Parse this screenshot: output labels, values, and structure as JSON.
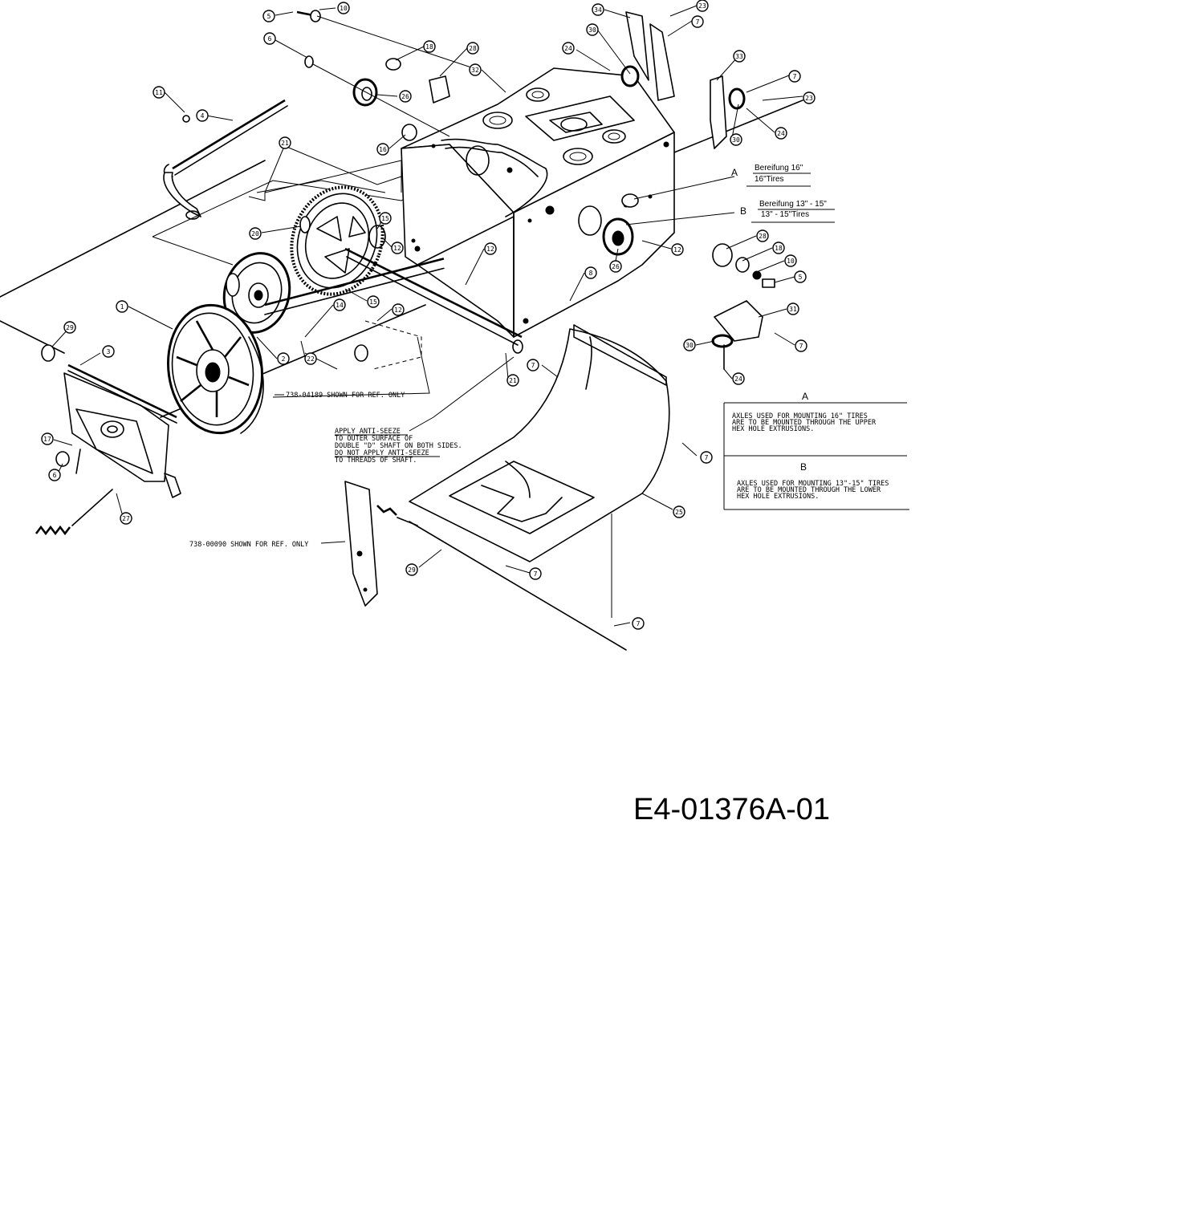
{
  "diagram": {
    "callouts": {
      "c5a": "5",
      "c10a": "10",
      "c6a": "6",
      "c18a": "18",
      "c28a": "28",
      "c32": "32",
      "c11": "11",
      "c4": "4",
      "c26a": "26",
      "c16a": "16",
      "c21a": "21",
      "c34": "34",
      "c23a": "23",
      "c7a": "7",
      "c30a": "30",
      "c24a": "24",
      "c33": "33",
      "c7b": "7",
      "c23b": "23",
      "c24b": "24",
      "c30b": "30",
      "c20a": "20",
      "c15a": "15",
      "c12a": "12",
      "c12b": "12",
      "c8": "8",
      "c26b": "26",
      "c12c": "12",
      "c28b": "28",
      "c18b": "18",
      "c10b": "10",
      "c5b": "5",
      "c31": "31",
      "c30c": "30",
      "c7c": "7",
      "c24c": "24",
      "c1": "1",
      "c14": "14",
      "c15b": "15",
      "c12d": "12",
      "c2": "2",
      "c22": "22",
      "c21b": "21",
      "c7d": "7",
      "c29a": "29",
      "c3": "3",
      "c17": "17",
      "c6b": "6",
      "c27": "27",
      "c7e": "7",
      "c25": "25",
      "c29b": "29",
      "c7f": "7",
      "c7g": "7"
    },
    "label_A": "A",
    "label_B": "B",
    "tire_a_de": "Bereifung 16\"",
    "tire_a_en": "16\"Tires",
    "tire_b_de": "Bereifung 13\" - 15\"",
    "tire_b_en": "13\" - 15\"Tires",
    "ref_note_1": "738-04189 SHOWN FOR REF. ONLY",
    "ref_note_2": "738-00090 SHOWN FOR REF. ONLY",
    "anti_seize": {
      "line1": "APPLY ANTI-SEEZE",
      "line2": "TO OUTER SURFACE OF",
      "line3": "DOUBLE \"D\" SHAFT ON BOTH SIDES.",
      "line4": "DO NOT APPLY ANTI-SEEZE",
      "line5": "TO THREADS OF SHAFT."
    },
    "table": {
      "head_a": "A",
      "a_line1": "AXLES USED FOR MOUNTING 16\" TIRES",
      "a_line2": "ARE TO BE MOUNTED THROUGH THE UPPER",
      "a_line3": "HEX HOLE EXTRUSIONS.",
      "head_b": "B",
      "b_line1": "AXLES USED FOR MOUNTING 13\"-15\" TIRES",
      "b_line2": "ARE TO BE MOUNTED THROUGH THE LOWER",
      "b_line3": "HEX HOLE EXTRUSIONS."
    }
  },
  "ref_code": "E4-01376A-01"
}
